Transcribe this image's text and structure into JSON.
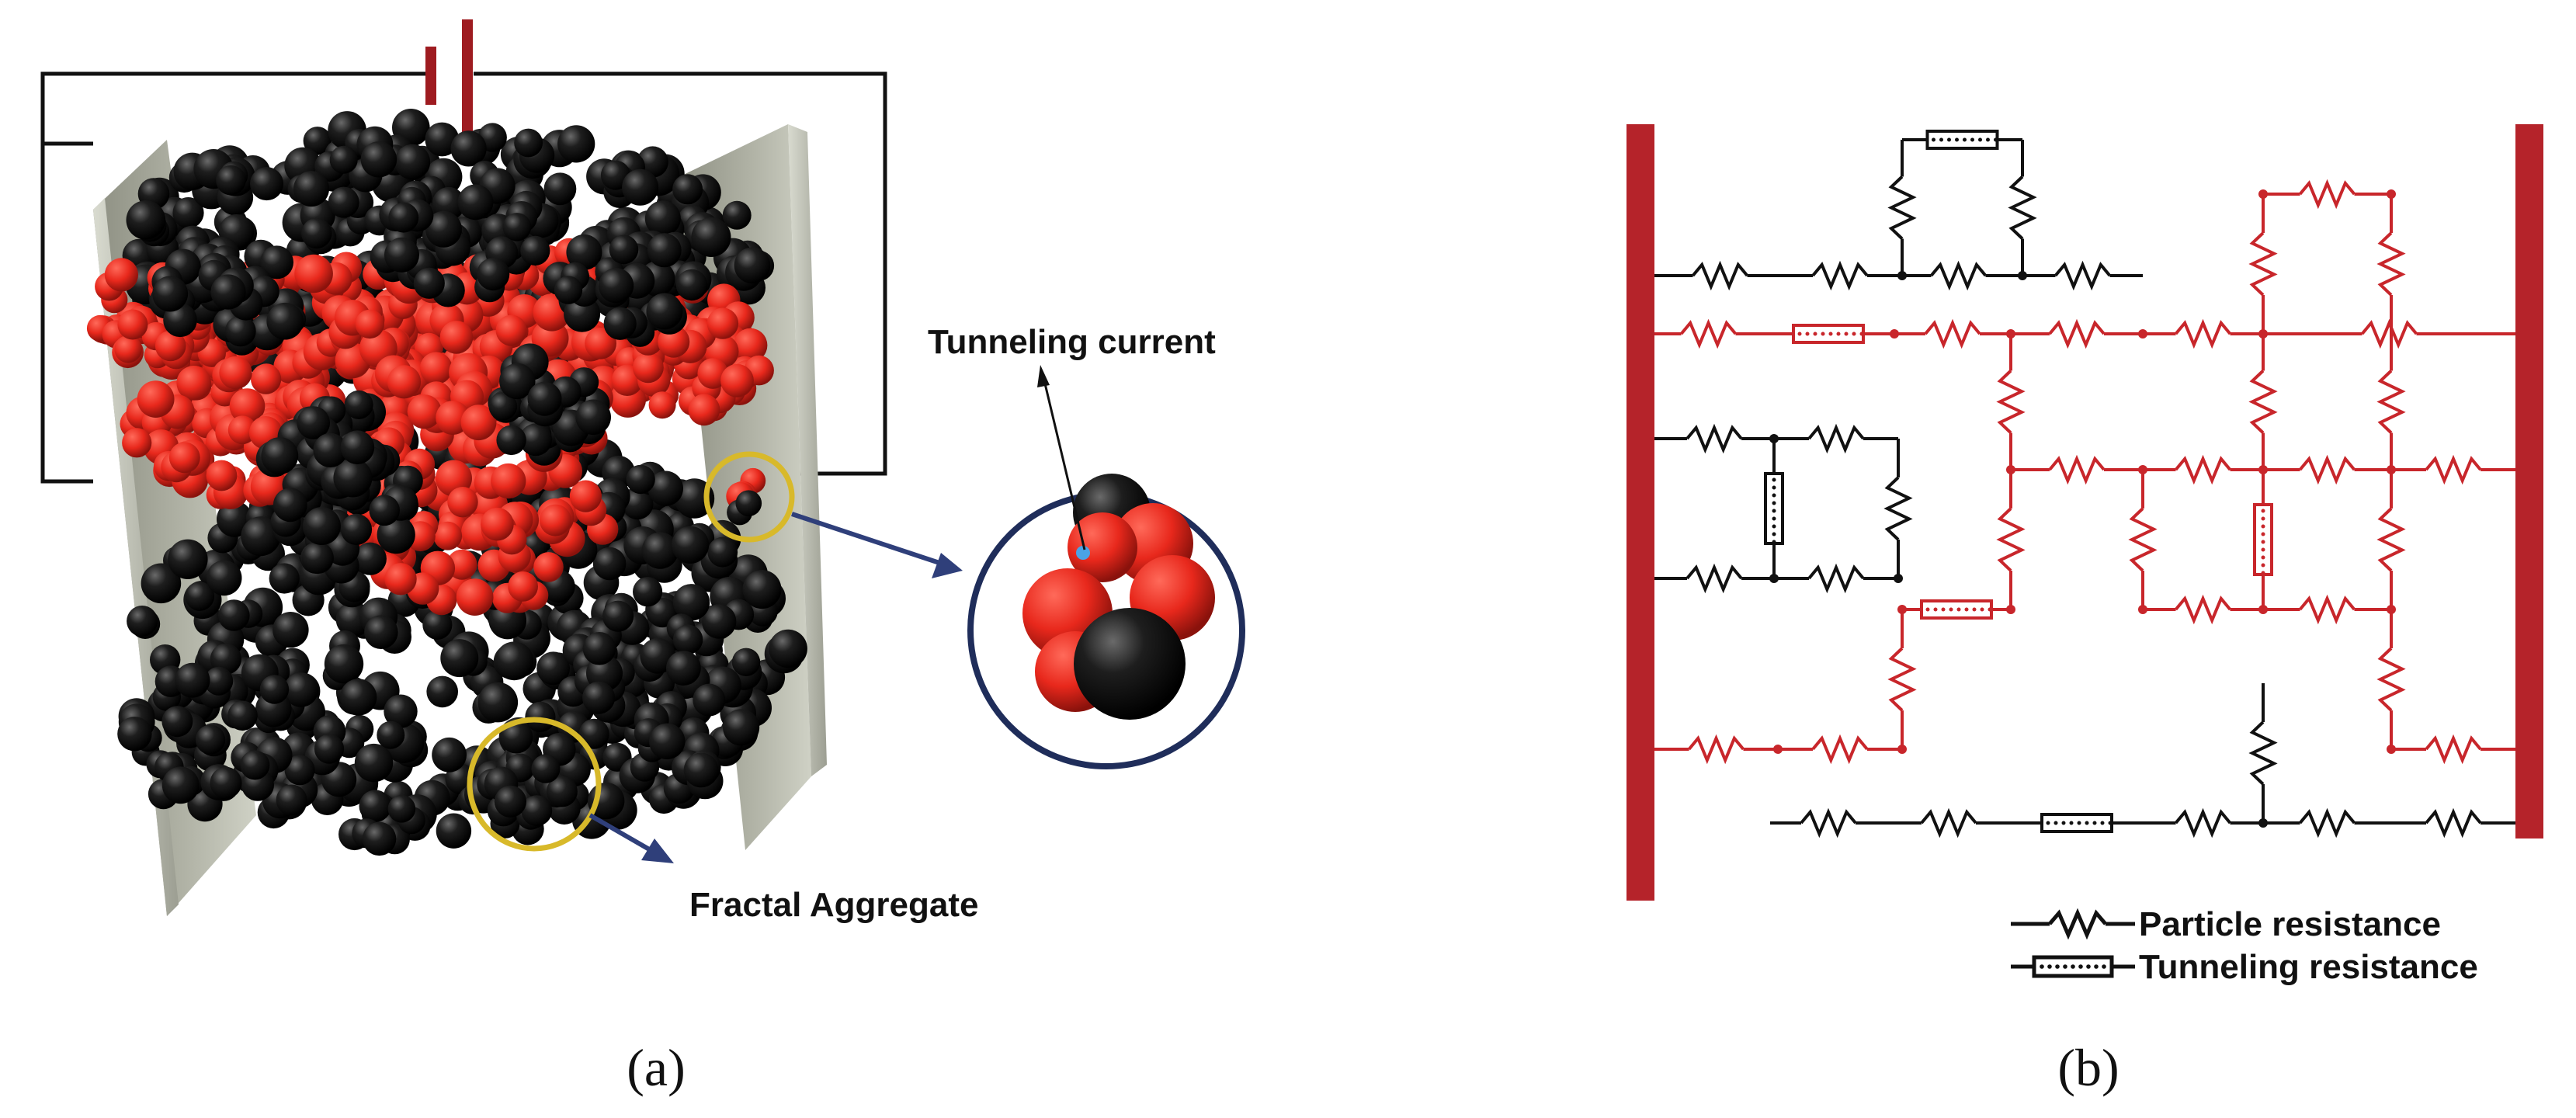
{
  "panel_a": {
    "annotation_tunneling": "Tunneling current",
    "annotation_fractal": "Fractal Aggregate",
    "caption": "(a)"
  },
  "panel_b": {
    "legend": [
      {
        "label": "Particle resistance",
        "symbol": "zigzag"
      },
      {
        "label": "Tunneling resistance",
        "symbol": "box"
      }
    ],
    "caption": "(b)"
  },
  "colors": {
    "red_particle": "#e8281c",
    "black_particle": "#151515",
    "electrode": "#a9ab9e",
    "network_red": "#c8262b",
    "highlight_circle": "#d8b92a",
    "arrow": "#2f3f7a"
  }
}
